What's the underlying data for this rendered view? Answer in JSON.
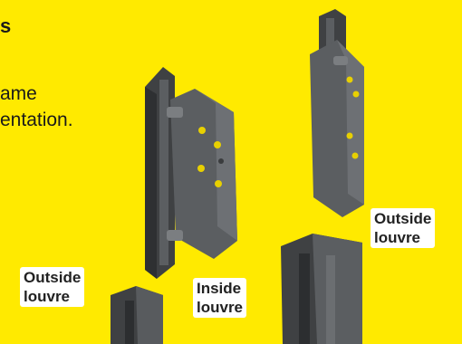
{
  "text": {
    "title_fragment": "s",
    "paragraph_lines": [
      "ame",
      "entation."
    ]
  },
  "labels": {
    "outside_right": [
      "Outside",
      "louvre"
    ],
    "outside_left": [
      "Outside",
      "louvre"
    ],
    "inside": [
      "Inside",
      "louvre"
    ]
  },
  "colors": {
    "background": "#ffea00",
    "metal_dark": "#3f4143",
    "metal_mid": "#5b5e61",
    "metal_light": "#7b7e81",
    "bolt_yellow": "#e8d000"
  }
}
